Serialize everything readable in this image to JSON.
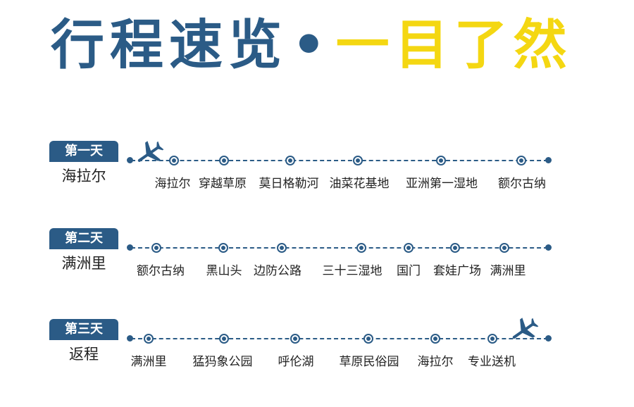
{
  "title": {
    "part1": "行程速览",
    "separator": "•",
    "part2": "一目了然",
    "colors": {
      "blue": "#2b5b86",
      "yellow": "#f4d712"
    }
  },
  "days": [
    {
      "badge": "第一天",
      "city": "海拉尔",
      "stops": [
        "海拉尔",
        "穿越草原",
        "莫日格勒河",
        "油菜花基地",
        "亚洲第一湿地",
        "额尔古纳"
      ],
      "plane": "airplane-icon"
    },
    {
      "badge": "第二天",
      "city": "满洲里",
      "stops": [
        "额尔古纳",
        "黑山头",
        "边防公路",
        "三十三湿地",
        "国门",
        "套娃广场",
        "满洲里"
      ]
    },
    {
      "badge": "第三天",
      "city": "返程",
      "stops": [
        "满洲里",
        "猛犸象公园",
        "呼伦湖",
        "草原民俗园",
        "海拉尔",
        "专业送机"
      ],
      "plane": "airplane-icon"
    }
  ]
}
